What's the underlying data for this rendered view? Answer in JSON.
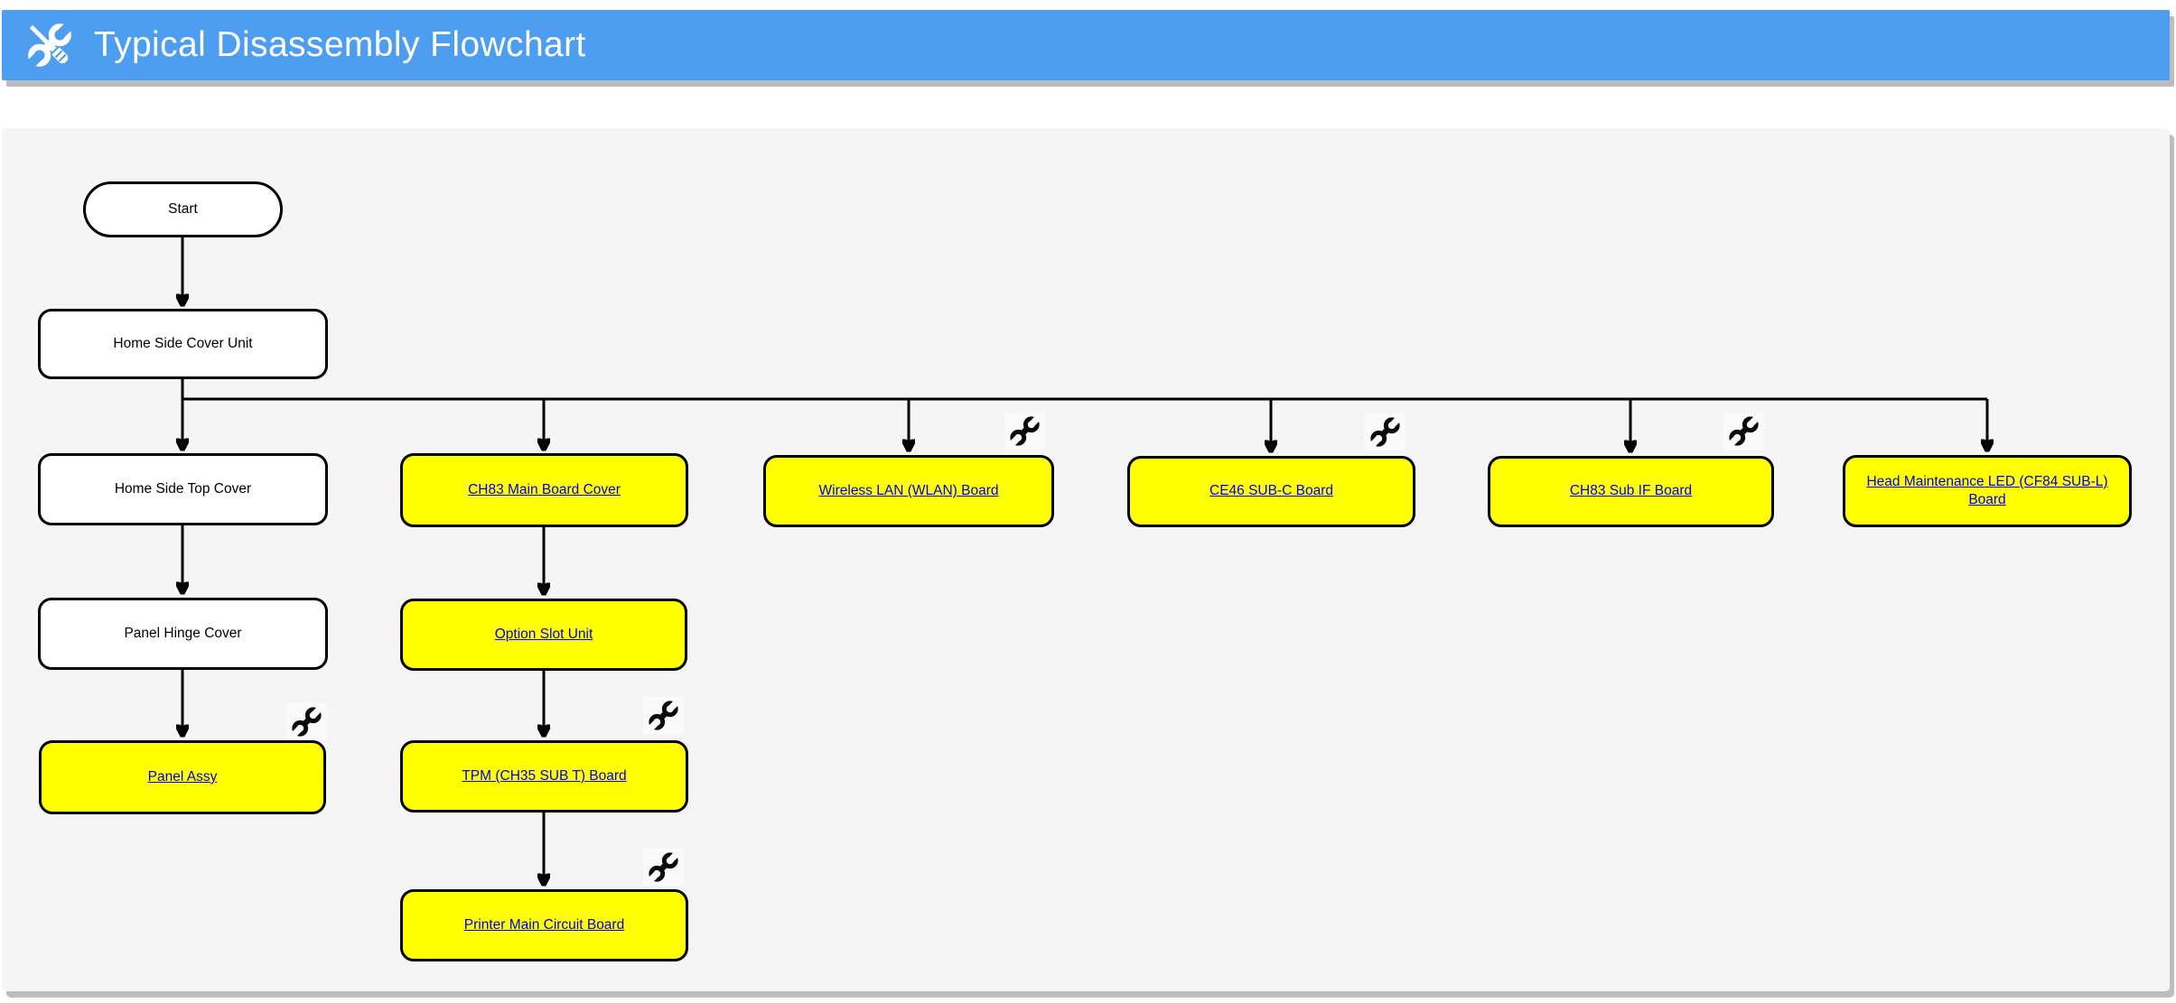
{
  "header": {
    "title": "Typical Disassembly Flowchart",
    "icon": "hammer-and-wrench-icon",
    "background_color": "#4D9EF0",
    "title_color": "#FFFFFF"
  },
  "canvas": {
    "background_color": "#F5F5F5",
    "shadow_color": "#BDBDBD"
  },
  "colors": {
    "link_blue": "#0000EE",
    "node_yellow": "#FFFF00",
    "node_white": "#FFFFFF",
    "node_border": "#000000",
    "connector": "#000000"
  },
  "flowchart": {
    "nodes": [
      {
        "id": "start",
        "label": "Start",
        "shape": "terminator",
        "fill": "white",
        "is_link": false,
        "wrench_icon": false
      },
      {
        "id": "home-side-cover-unit",
        "label": "Home Side Cover Unit",
        "shape": "process",
        "fill": "white",
        "is_link": false,
        "wrench_icon": false
      },
      {
        "id": "home-side-top-cover",
        "label": "Home Side Top Cover",
        "shape": "process",
        "fill": "white",
        "is_link": false,
        "wrench_icon": false
      },
      {
        "id": "panel-hinge-cover",
        "label": "Panel Hinge Cover",
        "shape": "process",
        "fill": "white",
        "is_link": false,
        "wrench_icon": false
      },
      {
        "id": "panel-assy",
        "label": "Panel Assy",
        "shape": "process",
        "fill": "yellow",
        "is_link": true,
        "wrench_icon": true
      },
      {
        "id": "ch83-main-board-cover",
        "label": "CH83 Main Board Cover",
        "shape": "process",
        "fill": "yellow",
        "is_link": true,
        "wrench_icon": false
      },
      {
        "id": "option-slot-unit",
        "label": "Option Slot Unit",
        "shape": "process",
        "fill": "yellow",
        "is_link": true,
        "wrench_icon": false
      },
      {
        "id": "tpm-ch35-sub-t-board",
        "label": "TPM (CH35 SUB T) Board",
        "shape": "process",
        "fill": "yellow",
        "is_link": true,
        "wrench_icon": true
      },
      {
        "id": "printer-main-circuit-board",
        "label": "Printer Main Circuit Board",
        "shape": "process",
        "fill": "yellow",
        "is_link": true,
        "wrench_icon": true
      },
      {
        "id": "wireless-lan-wlan-board",
        "label": "Wireless LAN (WLAN) Board",
        "shape": "process",
        "fill": "yellow",
        "is_link": true,
        "wrench_icon": true
      },
      {
        "id": "ce46-sub-c-board",
        "label": "CE46 SUB-C Board",
        "shape": "process",
        "fill": "yellow",
        "is_link": true,
        "wrench_icon": true
      },
      {
        "id": "ch83-sub-if-board",
        "label": "CH83 Sub IF Board",
        "shape": "process",
        "fill": "yellow",
        "is_link": true,
        "wrench_icon": true
      },
      {
        "id": "head-maintenance-led-cf84-sub-l-board",
        "label": "Head Maintenance LED (CF84 SUB-L) Board",
        "shape": "process",
        "fill": "yellow",
        "is_link": true,
        "wrench_icon": false
      }
    ],
    "edges": [
      {
        "from": "Start",
        "to": "Home Side Cover Unit"
      },
      {
        "from": "Home Side Cover Unit",
        "to": "Home Side Top Cover"
      },
      {
        "from": "Home Side Cover Unit",
        "to": "CH83 Main Board Cover"
      },
      {
        "from": "Home Side Cover Unit",
        "to": "Wireless LAN (WLAN) Board"
      },
      {
        "from": "Home Side Cover Unit",
        "to": "CE46 SUB-C Board"
      },
      {
        "from": "Home Side Cover Unit",
        "to": "CH83 Sub IF Board"
      },
      {
        "from": "Home Side Cover Unit",
        "to": "Head Maintenance LED (CF84 SUB-L) Board"
      },
      {
        "from": "Home Side Top Cover",
        "to": "Panel Hinge Cover"
      },
      {
        "from": "Panel Hinge Cover",
        "to": "Panel Assy"
      },
      {
        "from": "CH83 Main Board Cover",
        "to": "Option Slot Unit"
      },
      {
        "from": "Option Slot Unit",
        "to": "TPM (CH35 SUB T) Board"
      },
      {
        "from": "TPM (CH35 SUB T) Board",
        "to": "Printer Main Circuit Board"
      }
    ]
  }
}
